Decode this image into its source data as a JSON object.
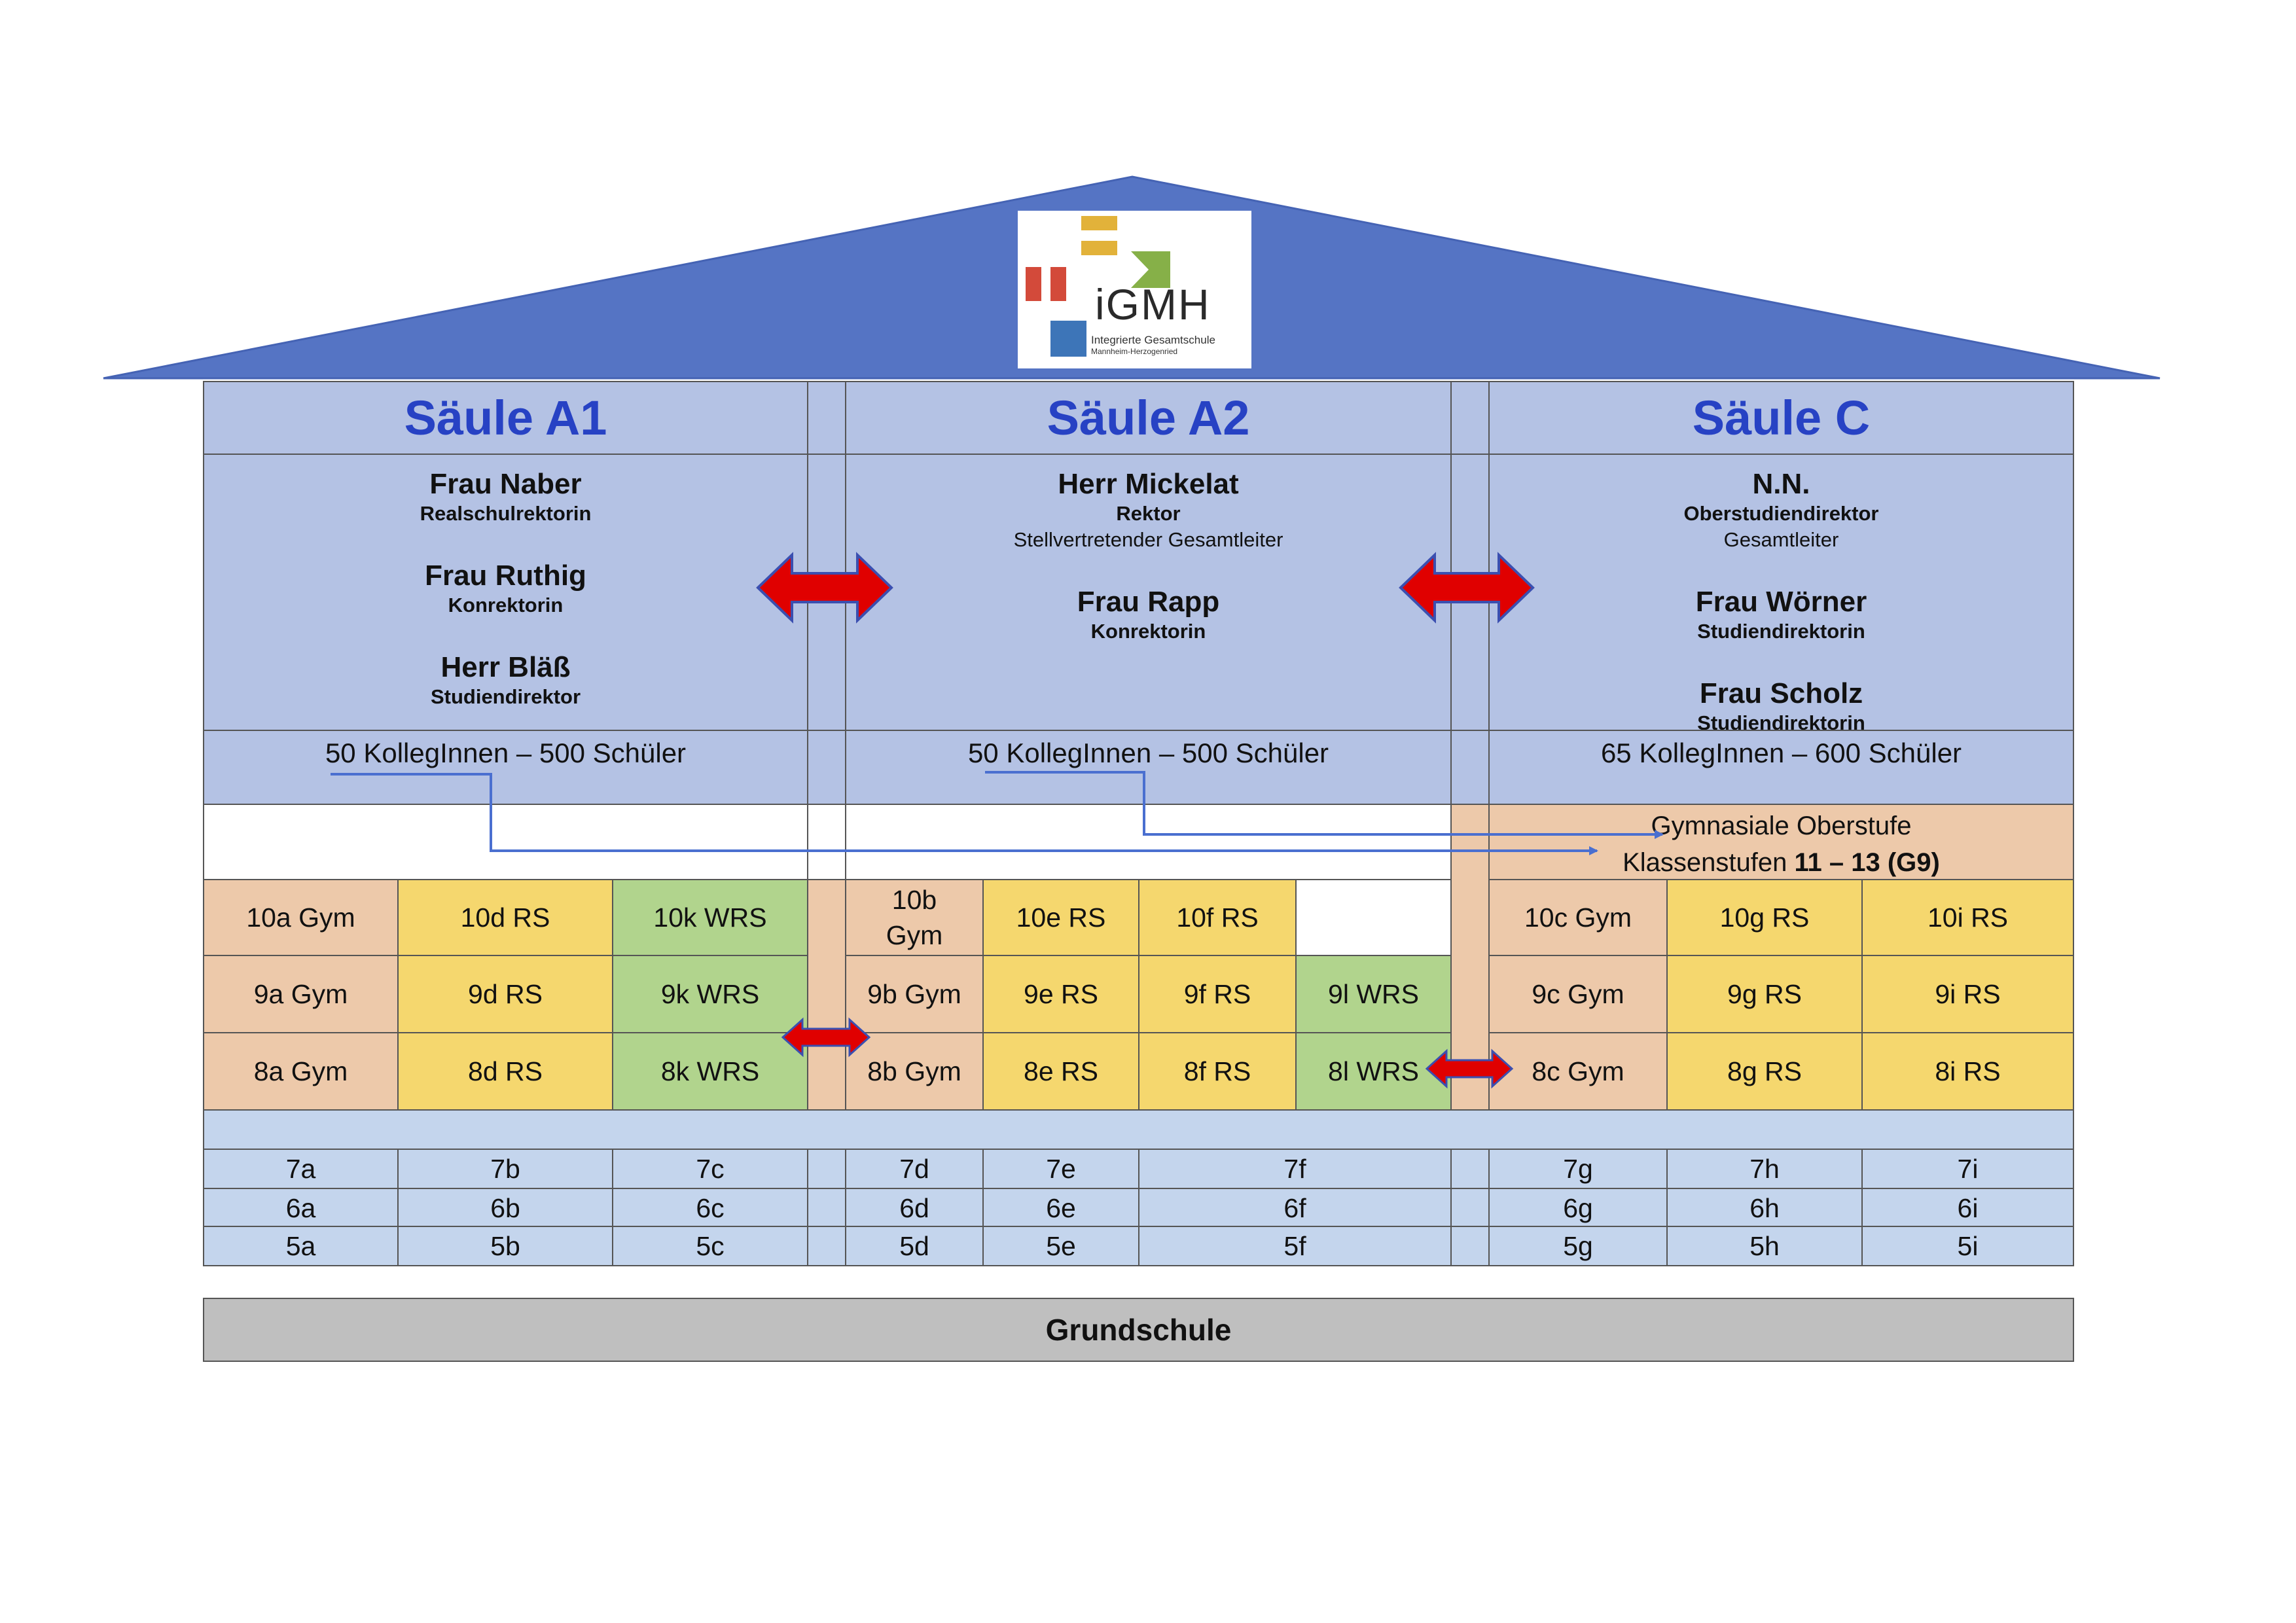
{
  "logo": {
    "acronym": "iGMH",
    "line1": "Integrierte Gesamtschule",
    "line2": "Mannheim-Herzogenried"
  },
  "columns": [
    {
      "title": "Säule A1",
      "staff": [
        {
          "name": "Frau Naber",
          "roles": [
            "Realschulrektorin"
          ]
        },
        {
          "name": "Frau Ruthig",
          "roles": [
            "Konrektorin"
          ]
        },
        {
          "name": "Herr Bläß",
          "roles": [
            "Studiendirektor"
          ]
        }
      ],
      "count": "50 KollegInnen – 500 Schüler"
    },
    {
      "title": "Säule A2",
      "staff": [
        {
          "name": "Herr Mickelat",
          "roles": [
            "Rektor",
            "Stellvertretender Gesamtleiter"
          ]
        },
        {
          "name": "Frau Rapp",
          "roles": [
            "Konrektorin"
          ]
        }
      ],
      "count": "50 KollegInnen – 500 Schüler"
    },
    {
      "title": "Säule C",
      "staff": [
        {
          "name": "N.N.",
          "roles": [
            "Oberstudiendirektor",
            "Gesamtleiter"
          ]
        },
        {
          "name": "Frau Wörner",
          "roles": [
            "Studiendirektorin"
          ]
        },
        {
          "name": "Frau Scholz",
          "roles": [
            "Studiendirektorin"
          ]
        }
      ],
      "count": "65 KollegInnen – 600 Schüler"
    }
  ],
  "oberstufe": {
    "line1": "Gymnasiale Oberstufe",
    "line2_prefix": "Klassenstufen ",
    "line2_bold": "11 – 13 (G9)"
  },
  "classes_upper": {
    "row10": [
      "10a Gym",
      "10d RS",
      "10k WRS",
      "10b Gym",
      "10e RS",
      "10f RS",
      "10c Gym",
      "10g RS",
      "10i RS"
    ],
    "row9": [
      "9a Gym",
      "9d RS",
      "9k WRS",
      "9b Gym",
      "9e RS",
      "9f RS",
      "9l WRS",
      "9c Gym",
      "9g RS",
      "9i RS"
    ],
    "row8": [
      "8a Gym",
      "8d RS",
      "8k WRS",
      "8b Gym",
      "8e RS",
      "8f RS",
      "8l WRS",
      "8c Gym",
      "8g RS",
      "8i RS"
    ]
  },
  "classes_lower": {
    "row7": [
      "7a",
      "7b",
      "7c",
      "7d",
      "7e",
      "7f",
      "7g",
      "7h",
      "7i"
    ],
    "row6": [
      "6a",
      "6b",
      "6c",
      "6d",
      "6e",
      "6f",
      "6g",
      "6h",
      "6i"
    ],
    "row5": [
      "5a",
      "5b",
      "5c",
      "5d",
      "5e",
      "5f",
      "5g",
      "5h",
      "5i"
    ]
  },
  "grundschule": "Grundschule",
  "colors": {
    "roof": "#5574c4",
    "band": "#b4c2e4",
    "heading": "#2742c4",
    "gym": "#edc9aa",
    "rs": "#f5d76e",
    "wrs": "#b1d48d",
    "lower": "#c4d5ed",
    "grundschule": "#bfbfbf",
    "arrow": "#e00000",
    "connector": "#4a6fd0"
  }
}
